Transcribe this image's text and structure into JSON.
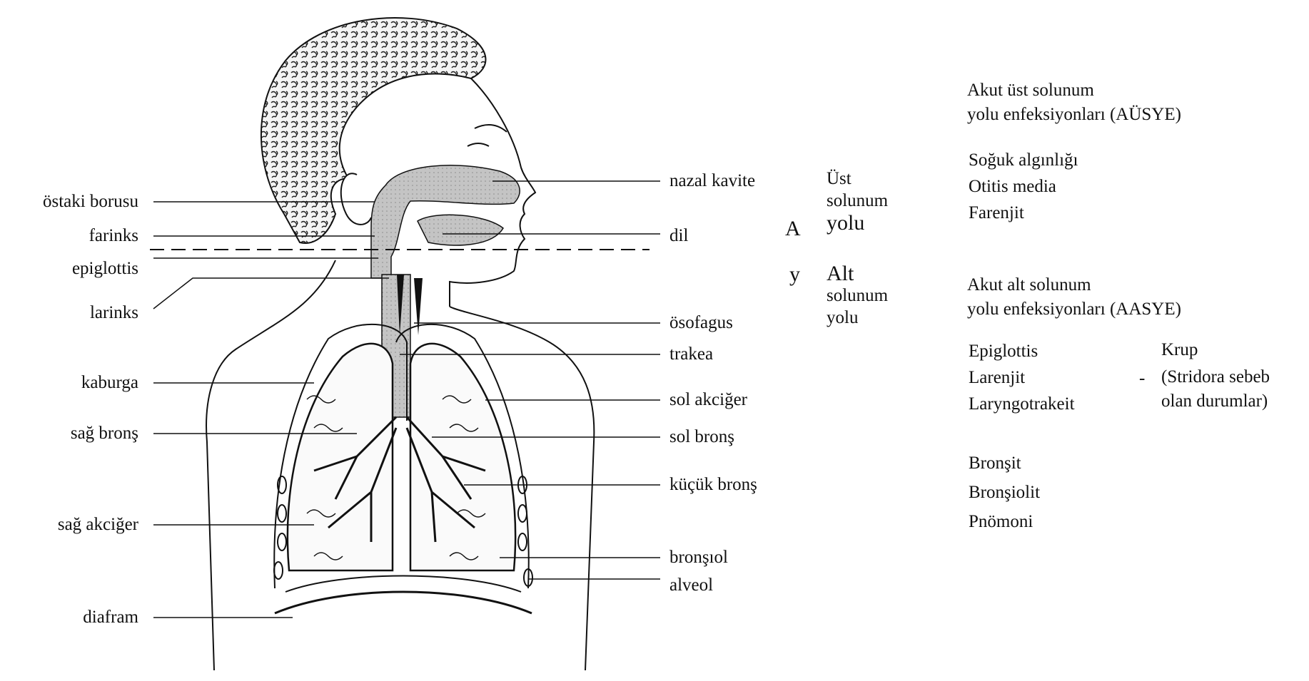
{
  "left_labels": [
    "östaki borusu",
    "farinks",
    "epiglottis",
    "larinks",
    "kaburga",
    "sağ bronş",
    "sağ akciğer",
    "diafram"
  ],
  "right_labels": [
    "nazal kavite",
    "dil",
    "ösofagus",
    "trakea",
    "sol akciğer",
    "sol bronş",
    "küçük bronş",
    "bronşıol",
    "alveol"
  ],
  "airway": {
    "upper": [
      "Üst",
      "solunum",
      "yolu"
    ],
    "lower": [
      "Alt",
      "solunum",
      "yolu"
    ],
    "letter_a": "A",
    "letter_y": "y"
  },
  "aüsye": {
    "title_line1": "Akut üst solunum",
    "title_line2": "yolu enfeksiyonları (AÜSYE)",
    "items": [
      "Soğuk algınlığı",
      "Otitis media",
      "Farenjit"
    ]
  },
  "aasye": {
    "title_line1": "Akut alt solunum",
    "title_line2": "yolu enfeksiyonları (AASYE)",
    "items_left": [
      "Epiglottis",
      "Larenjit",
      "Laryngotrakeit"
    ],
    "krup": "Krup",
    "dash": "-",
    "krup_note_1": "(Stridora sebeb",
    "krup_note_2": "olan durumlar)",
    "items_more": [
      "Bronşit",
      "Bronşiolit",
      "Pnömoni"
    ]
  },
  "colors": {
    "ink": "#111111",
    "shade": "#bdbdbd",
    "hair": "#555555"
  }
}
